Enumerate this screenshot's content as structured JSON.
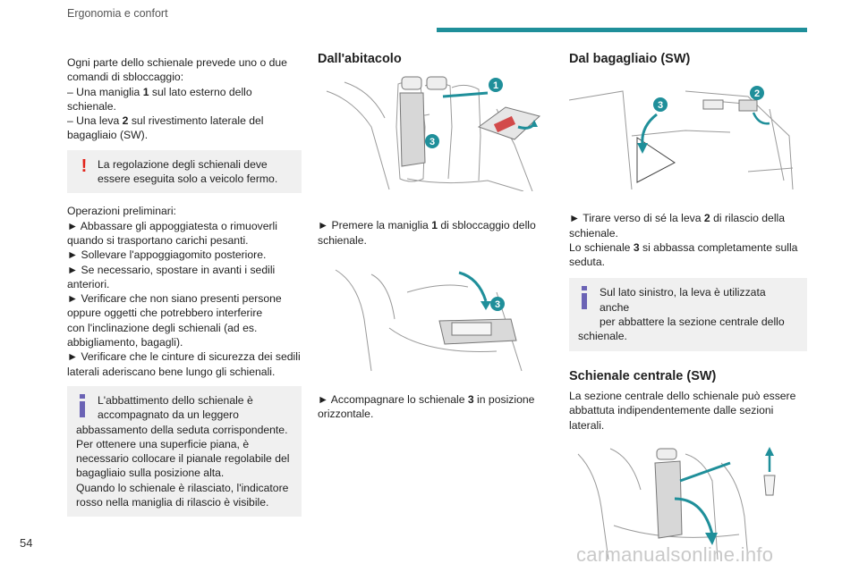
{
  "header": {
    "section": "Ergonomia e confort",
    "accent_color": "#1f8f9a"
  },
  "page_number": "54",
  "watermark": "carmanualsonline.info",
  "col1": {
    "p1_l1": "Ogni parte dello schienale prevede uno o due",
    "p1_l2": "comandi di sbloccaggio:",
    "p1_l3a": "– Una maniglia ",
    "p1_l3b": "1",
    "p1_l3c": " sul lato esterno dello",
    "p1_l4": "schienale.",
    "p1_l5a": "– Una leva ",
    "p1_l5b": "2",
    "p1_l5c": " sul rivestimento laterale del",
    "p1_l6": "bagagliaio (SW).",
    "warn_l1": "La regolazione degli schienali deve",
    "warn_l2": "essere eseguita solo a veicolo fermo.",
    "prep_title": "Operazioni preliminari:",
    "prep1_l1": "► Abbassare gli appoggiatesta o rimuoverli",
    "prep1_l2": "quando si trasportano carichi pesanti.",
    "prep2": "► Sollevare l'appoggiagomito posteriore.",
    "prep3_l1": "► Se necessario, spostare in avanti i sedili",
    "prep3_l2": "anteriori.",
    "prep4_l1": "► Verificare che non siano presenti persone",
    "prep4_l2": "oppure oggetti che potrebbero interferire",
    "prep4_l3": "con l'inclinazione degli schienali (ad es.",
    "prep4_l4": "abbigliamento, bagagli).",
    "prep5_l1": "► Verificare che le cinture di sicurezza dei sedili",
    "prep5_l2": "laterali aderiscano bene lungo gli schienali.",
    "info_l1": "L'abbattimento dello schienale è",
    "info_l2": "accompagnato da un leggero",
    "info_l3": "abbassamento della seduta corrispondente.",
    "info_l4": "Per ottenere una superficie piana, è",
    "info_l5": "necessario collocare il pianale regolabile del",
    "info_l6": "bagagliaio sulla posizione alta.",
    "info_l7": "Quando lo schienale è rilasciato, l'indicatore",
    "info_l8": "rosso nella maniglia di rilascio è visibile."
  },
  "col2": {
    "title": "Dall'abitacolo",
    "step1_l1a": "► Premere la maniglia ",
    "step1_l1b": "1",
    "step1_l1c": " di sbloccaggio dello",
    "step1_l2": "schienale.",
    "step2_l1a": "► Accompagnare lo schienale ",
    "step2_l1b": "3",
    "step2_l1c": " in posizione",
    "step2_l2": "orizzontale.",
    "marker1": "1",
    "marker3a": "3",
    "marker3b": "3"
  },
  "col3": {
    "title": "Dal bagagliaio (SW)",
    "step_l1a": "► Tirare verso di sé la leva ",
    "step_l1b": "2",
    "step_l1c": " di rilascio della",
    "step_l2": "schienale.",
    "step_l3a": "Lo schienale ",
    "step_l3b": "3",
    "step_l3c": " si abbassa completamente sulla",
    "step_l4": "seduta.",
    "info_l1": "Sul lato sinistro, la leva è utilizzata anche",
    "info_l2": "per abbattere la sezione centrale dello",
    "info_l3": "schienale.",
    "title2": "Schienale centrale (SW)",
    "p_l1": "La sezione centrale dello schienale può essere",
    "p_l2": "abbattuta indipendentemente dalle sezioni",
    "p_l3": "laterali.",
    "marker2": "2",
    "marker3": "3"
  }
}
